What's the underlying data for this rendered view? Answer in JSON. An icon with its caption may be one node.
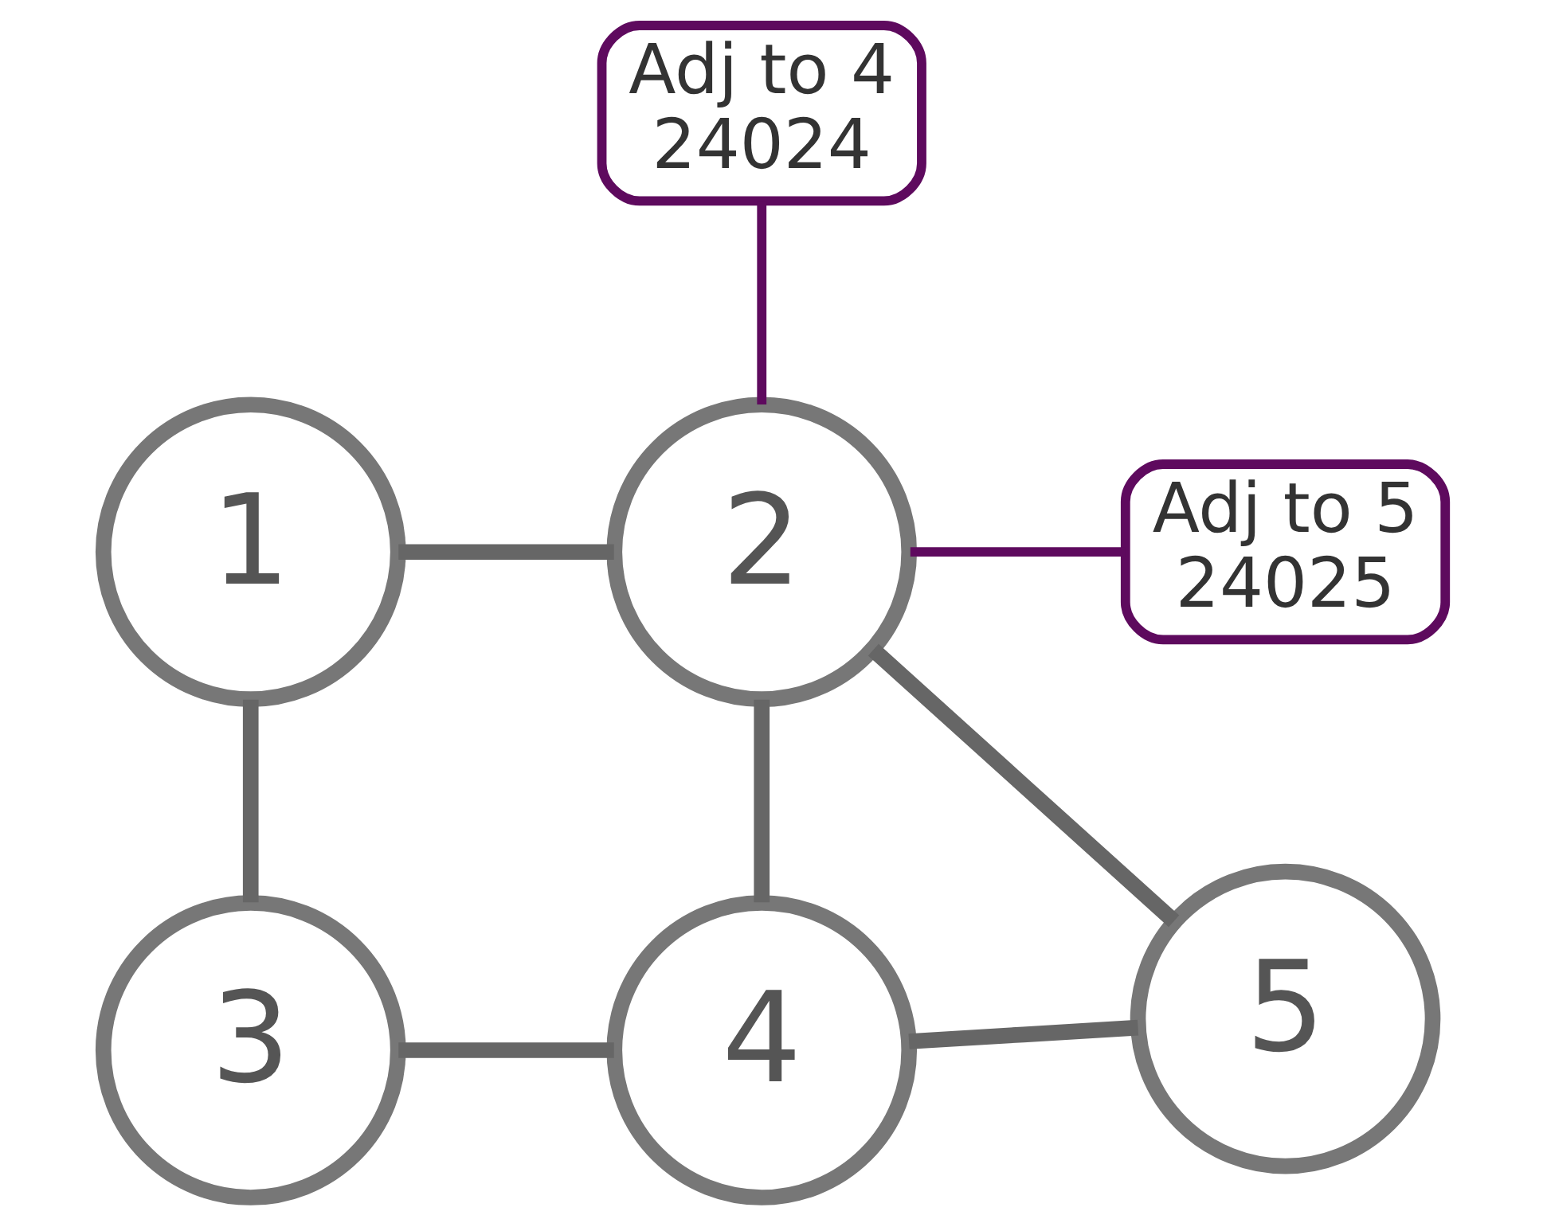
{
  "diagram": {
    "nodes": [
      {
        "text": [
          "1"
        ]
      },
      {
        "text": [
          "2"
        ]
      },
      {
        "text": [
          "3"
        ]
      },
      {
        "text": [
          "4"
        ]
      },
      {
        "text": [
          "5"
        ]
      },
      {
        "text": [
          "Adj to 5",
          "24025"
        ]
      },
      {
        "text": [
          "Adj to 4",
          "24024"
        ]
      }
    ],
    "edges": [
      {
        "from": 0,
        "to": 1,
        "arrow": "none"
      },
      {
        "from": 0,
        "to": 2,
        "arrow": "none"
      },
      {
        "from": 1,
        "to": 3,
        "arrow": "none"
      },
      {
        "from": 2,
        "to": 3,
        "arrow": "none"
      },
      {
        "from": 1,
        "to": 4,
        "arrow": "none"
      },
      {
        "from": 3,
        "to": 4,
        "arrow": "none"
      },
      {
        "from": 5,
        "to": 1,
        "arrow": "none",
        "color": "#5e0a5e"
      },
      {
        "from": 6,
        "to": 1,
        "arrow": "none",
        "color": "#5e0a5e"
      }
    ]
  }
}
